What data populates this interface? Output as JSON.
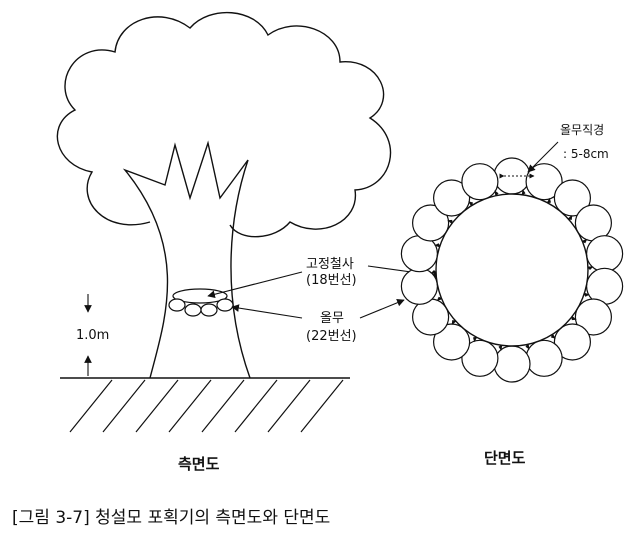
{
  "figure": {
    "labels": {
      "height": "1.0m",
      "fixing_wire_line1": "고정철사",
      "fixing_wire_line2": "(18번선)",
      "ring_line1": "올무",
      "ring_line2": "(22번선)",
      "loop_diameter_line1": "올무직경",
      "loop_diameter_line2": ": 5-8cm",
      "side_view": "측면도",
      "cross_section": "단면도"
    },
    "caption": "[그림 3-7] 청설모 포획기의 측면도와 단면도",
    "ring_loop_count": 18
  }
}
